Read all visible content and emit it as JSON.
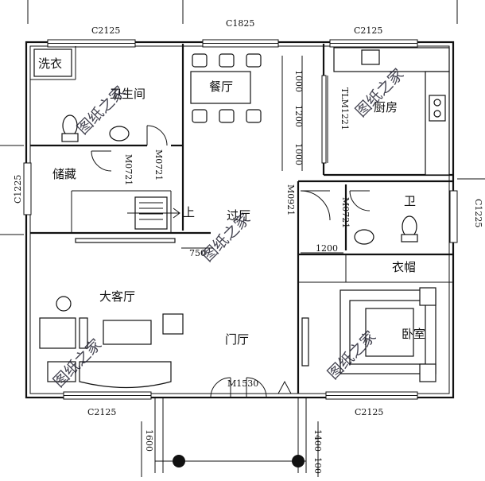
{
  "rooms": {
    "laundry": "洗衣",
    "bathroom_top": "卫生间",
    "dining": "餐厅",
    "kitchen": "厨房",
    "storage": "储藏",
    "hall": "过厅",
    "bathroom_right": "卫",
    "wardrobe": "衣帽",
    "living": "大客厅",
    "foyer": "门厅",
    "bedroom": "卧室",
    "up": "上"
  },
  "codes": {
    "top_left_window": "C2125",
    "top_mid_window": "C1825",
    "top_right_window": "C2125",
    "left_window": "C1225",
    "right_window": "C1225",
    "bottom_left_window": "C2125",
    "bottom_right_window": "C2125",
    "door_storage": "M0721",
    "door_bath_top": "M0721",
    "door_bath_right": "M0721",
    "door_hall": "M0921",
    "front_door": "M1530",
    "kitchen_door": "TLM1221"
  },
  "dimensions": {
    "d1000a": "1000",
    "d1200": "1200",
    "d1000b": "1000",
    "d750": "750",
    "d1200b": "1200",
    "d1600": "1600",
    "d1400": "1400",
    "d100": "100"
  },
  "watermark": "图纸之家"
}
